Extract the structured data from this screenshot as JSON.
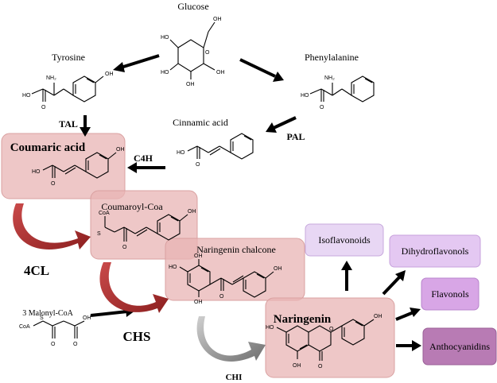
{
  "compounds": {
    "glucose": "Glucose",
    "tyrosine": "Tyrosine",
    "phenylalanine": "Phenylalanine",
    "cinnamic_acid": "Cinnamic acid",
    "coumaric_acid": "Coumaric acid",
    "coumaroyl_coa": "Coumaroyl-Coa",
    "naringenin_chalcone": "Naringenin chalcone",
    "malonyl_coa": "3 Malonyl-CoA",
    "naringenin": "Naringenin"
  },
  "enzymes": {
    "tal": "TAL",
    "pal": "PAL",
    "c4h": "C4H",
    "cl4": "4CL",
    "chs": "CHS",
    "chi": "CHI"
  },
  "products": {
    "isoflavonoids": "Isoflavonoids",
    "dihydroflavonols": "Dihydroflavonols",
    "flavonols": "Flavonols",
    "anthocyanidins": "Anthocyanidins"
  },
  "atoms": {
    "oh": "OH",
    "o": "O",
    "nh2": "NH₂",
    "coa": "CoA",
    "s": "S",
    "ho": "HO"
  },
  "colors": {
    "highlight_fill": "#e8b4b4",
    "highlight_stroke": "#d9a0a0",
    "red_arrow": "#a12b2b",
    "enzyme_red": "#a12b2b",
    "grey_arrow": "#8a8a8a",
    "isoflavonoids_fill": "#e8d7f4",
    "dihydroflavonols_fill": "#e4c8f2",
    "flavonols_fill": "#d8a6e6",
    "anthocyanidins_fill": "#b87bb4"
  }
}
